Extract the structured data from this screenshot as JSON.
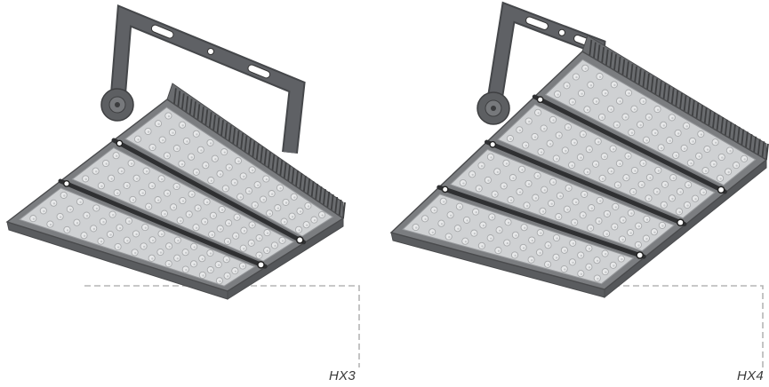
{
  "products": [
    {
      "label": "HX3",
      "modules": 3
    },
    {
      "label": "HX4",
      "modules": 4
    }
  ],
  "colors": {
    "body": "#7b7d80",
    "body_edge": "#4a4b4d",
    "side": "#5a5c5f",
    "fins": "#3f4042",
    "backplate": "#6a6c6f",
    "lens_panel": "#cfd1d3",
    "lens": "#e8e9ea",
    "lens_rim": "#a7a9ab",
    "separator": "#2f3032",
    "bracket": "#5f6165",
    "leader": "#b5b5b5"
  }
}
